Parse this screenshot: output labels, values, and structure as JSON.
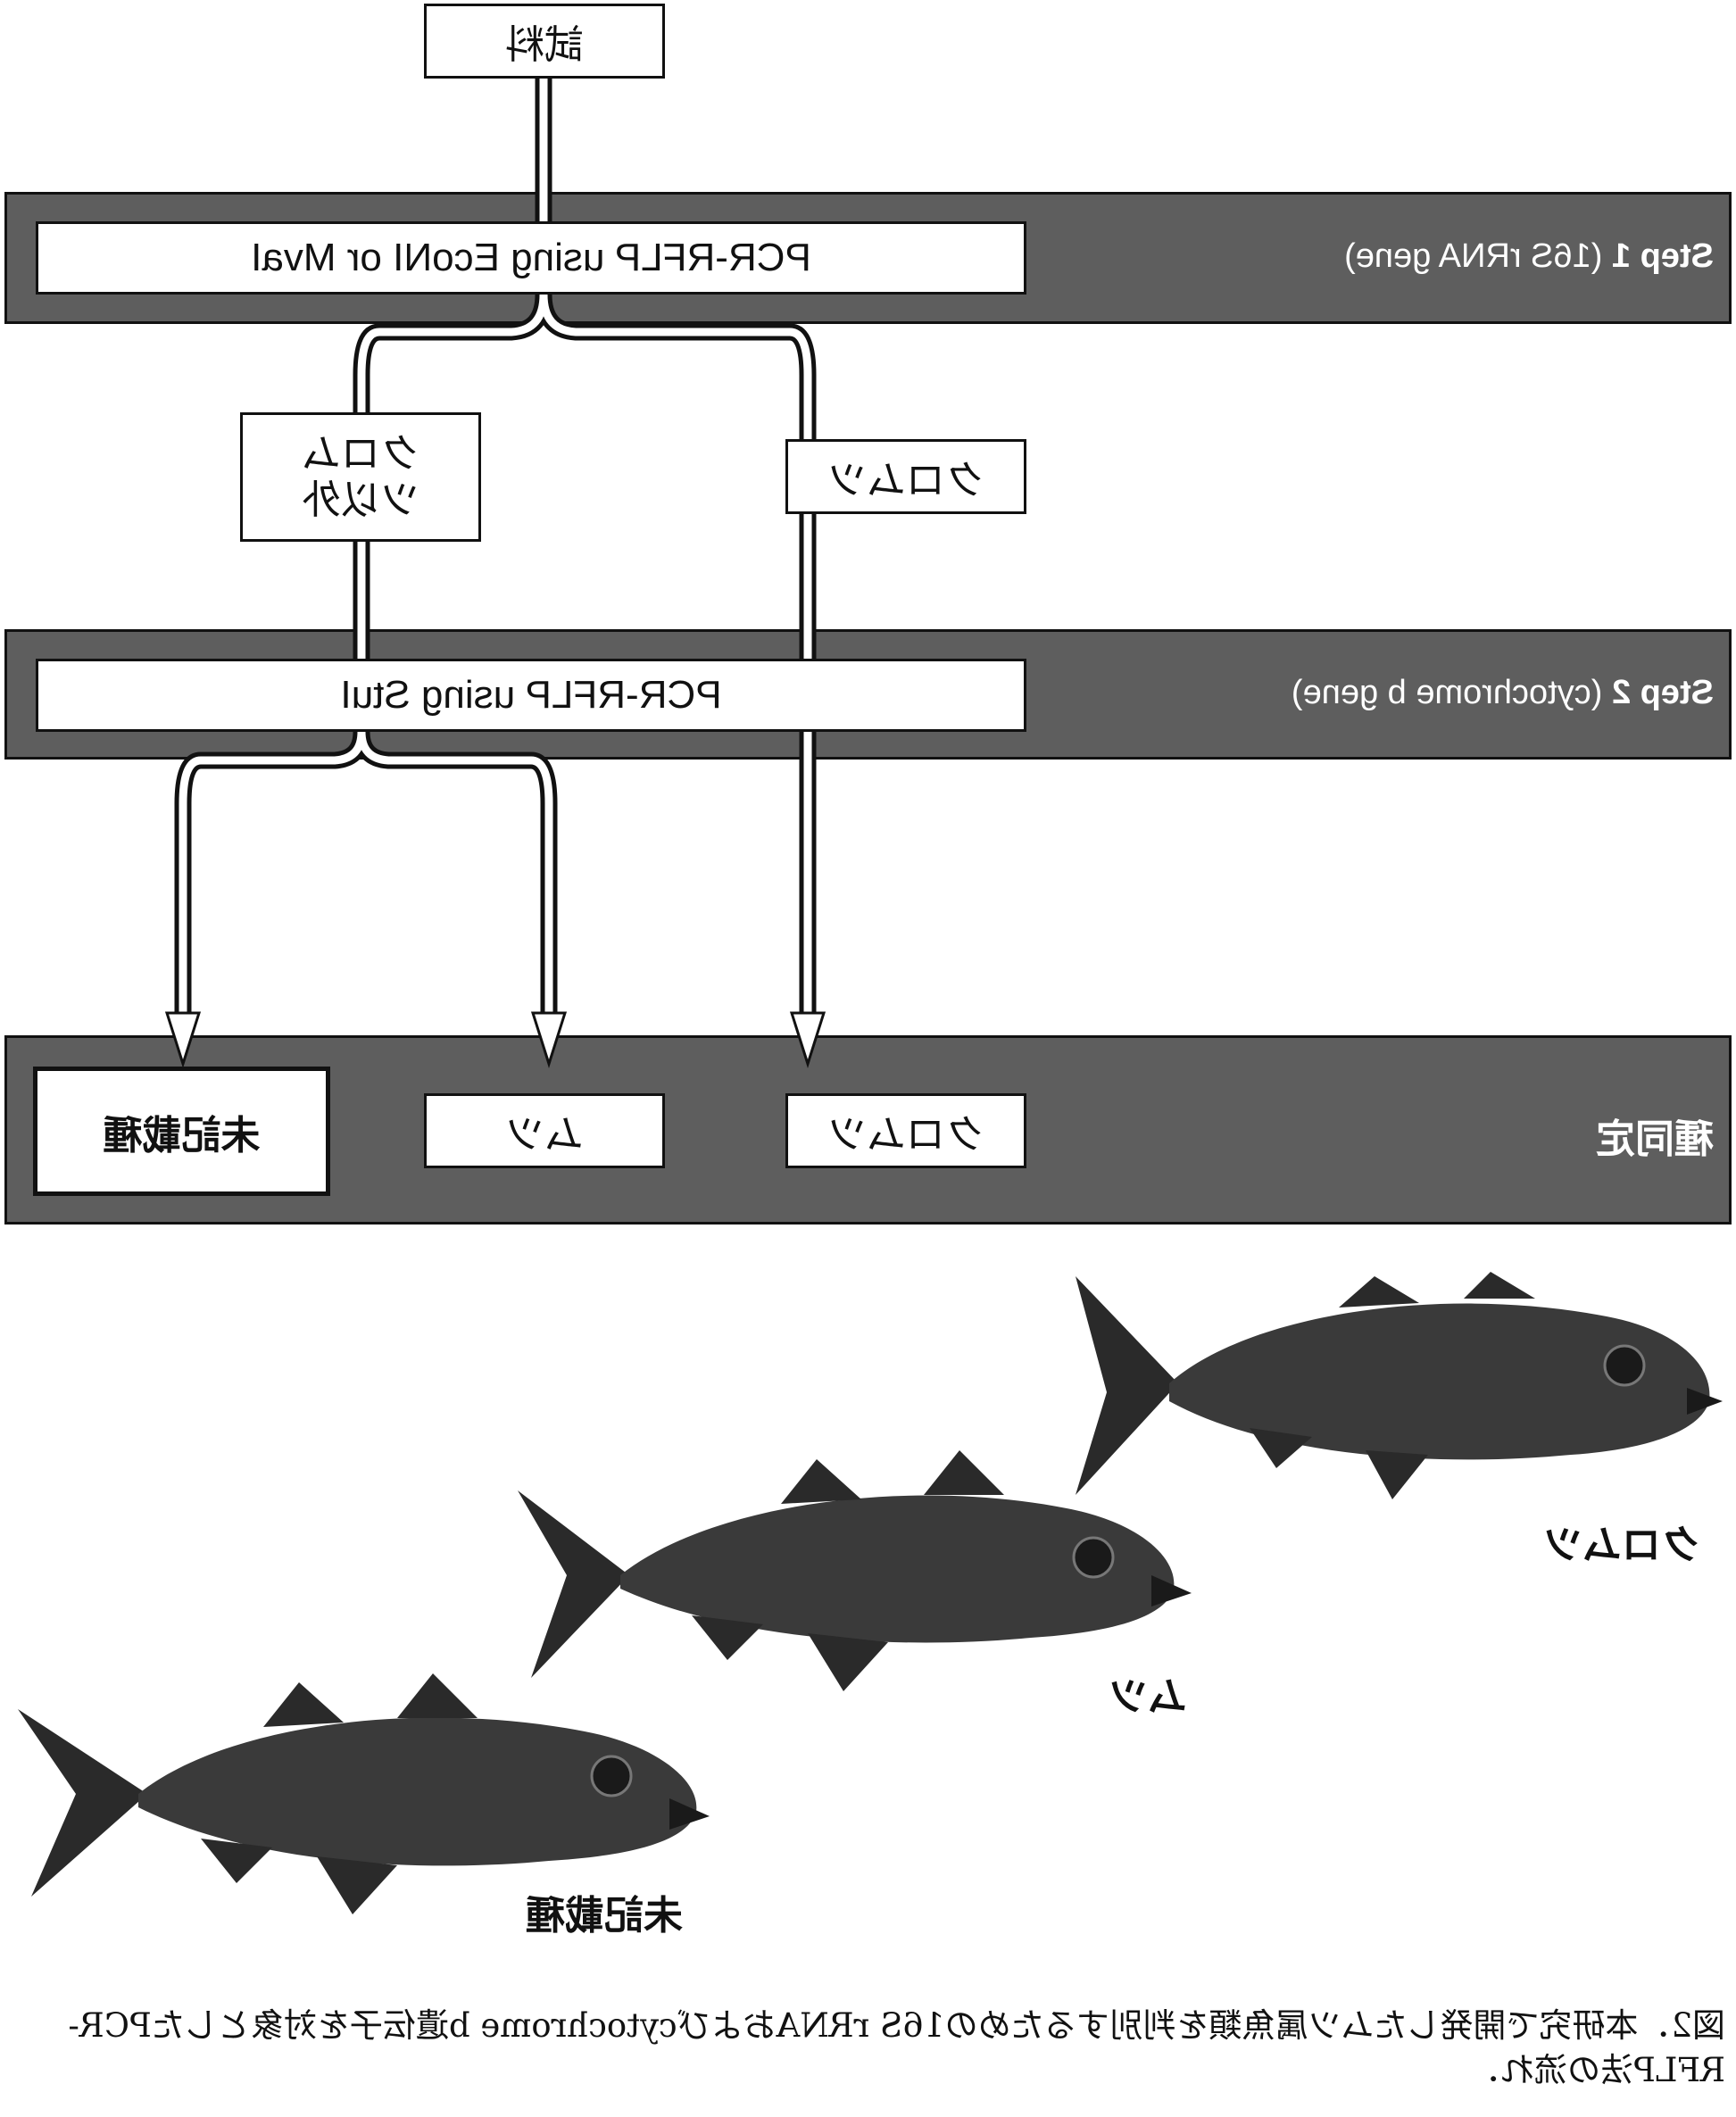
{
  "flow": {
    "sample": "試料",
    "step1": {
      "label_bold": "Step 1",
      "label_rest": " (16S rRNA gene)",
      "method": "PCR-RFLP using EcoNI or MvaI"
    },
    "step1_results": {
      "other": "クロムツ以外",
      "kuromutsu": "クロムツ"
    },
    "step2": {
      "label_bold": "Step 2",
      "label_rest": " (cytochrome b gene)",
      "method": "PCR-RFLP using StuI"
    },
    "identification": {
      "label": "種同定",
      "results": [
        "クロムツ",
        "ムツ",
        "未記載種"
      ]
    }
  },
  "specimens": [
    {
      "name": "クロムツ"
    },
    {
      "name": "ムツ"
    },
    {
      "name": "未記載種"
    }
  ],
  "caption": "図2．本研究で開発したムツ属魚類を判別するための16S rRNAおよびcytochrome b遺伝子を対象としたPCR-RFLP法の流れ．",
  "colors": {
    "band": "#5e5e5e",
    "box": "#ffffff",
    "line": "#111111"
  }
}
